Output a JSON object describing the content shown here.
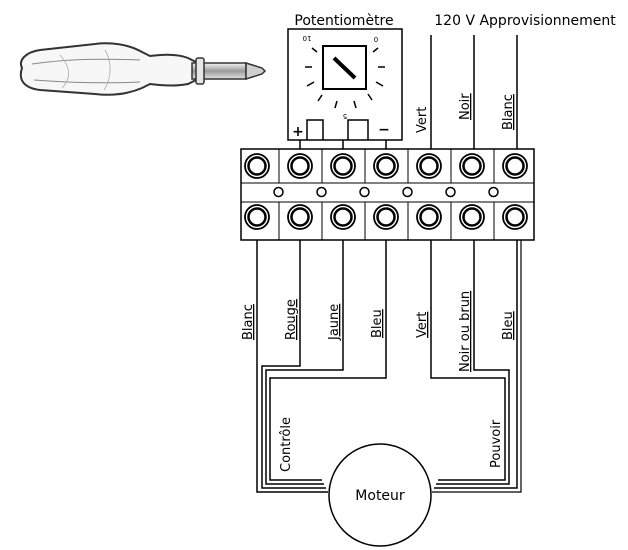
{
  "headers": {
    "potentiometer": "Potentiomètre",
    "supply": "120 V Approvisionnement"
  },
  "potentiometer": {
    "scale_max": "10",
    "scale_min": "0",
    "scale_mid": "5",
    "plus_sign": "+",
    "minus_sign": "−"
  },
  "supply_wires": [
    "Vert",
    "Noir",
    "Blanc"
  ],
  "motor_wires": [
    "Blanc",
    "Rouge",
    "Jaune",
    "Bleu",
    "Vert",
    "Noir ou brun",
    "Bleu"
  ],
  "groups": {
    "control": "Contrôle",
    "power": "Pouvoir"
  },
  "motor": "Moteur",
  "terminal_block": {
    "terminals": 7
  }
}
